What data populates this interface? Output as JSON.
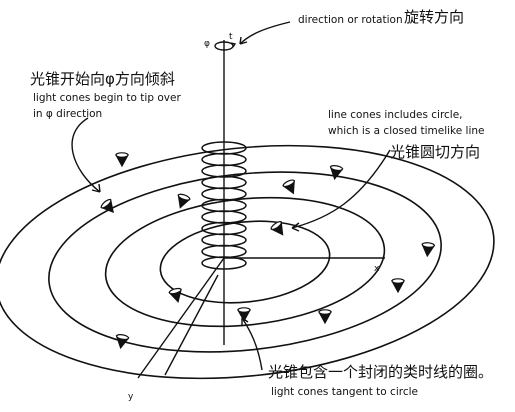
{
  "labels": {
    "rotation_en": "direction or rotation",
    "rotation_zh": "旋转方向",
    "tip_zh": "光锥开始向φ方向倾斜",
    "tip_en_line1": "light cones begin to tip over",
    "tip_en_line2": "in φ direction",
    "closed_en_line1": "line cones includes circle,",
    "closed_en_line2": "which is a closed timelike line",
    "closed_zh": "光锥圆切方向",
    "tangent_zh": "光锥包含一个封闭的类时线的圈。",
    "tangent_en": "light cones tangent to circle"
  },
  "axes": {
    "t": "t",
    "phi": "φ",
    "x": "x",
    "y": "y"
  },
  "colors": {
    "ink": "#111111",
    "background": "#ffffff"
  }
}
